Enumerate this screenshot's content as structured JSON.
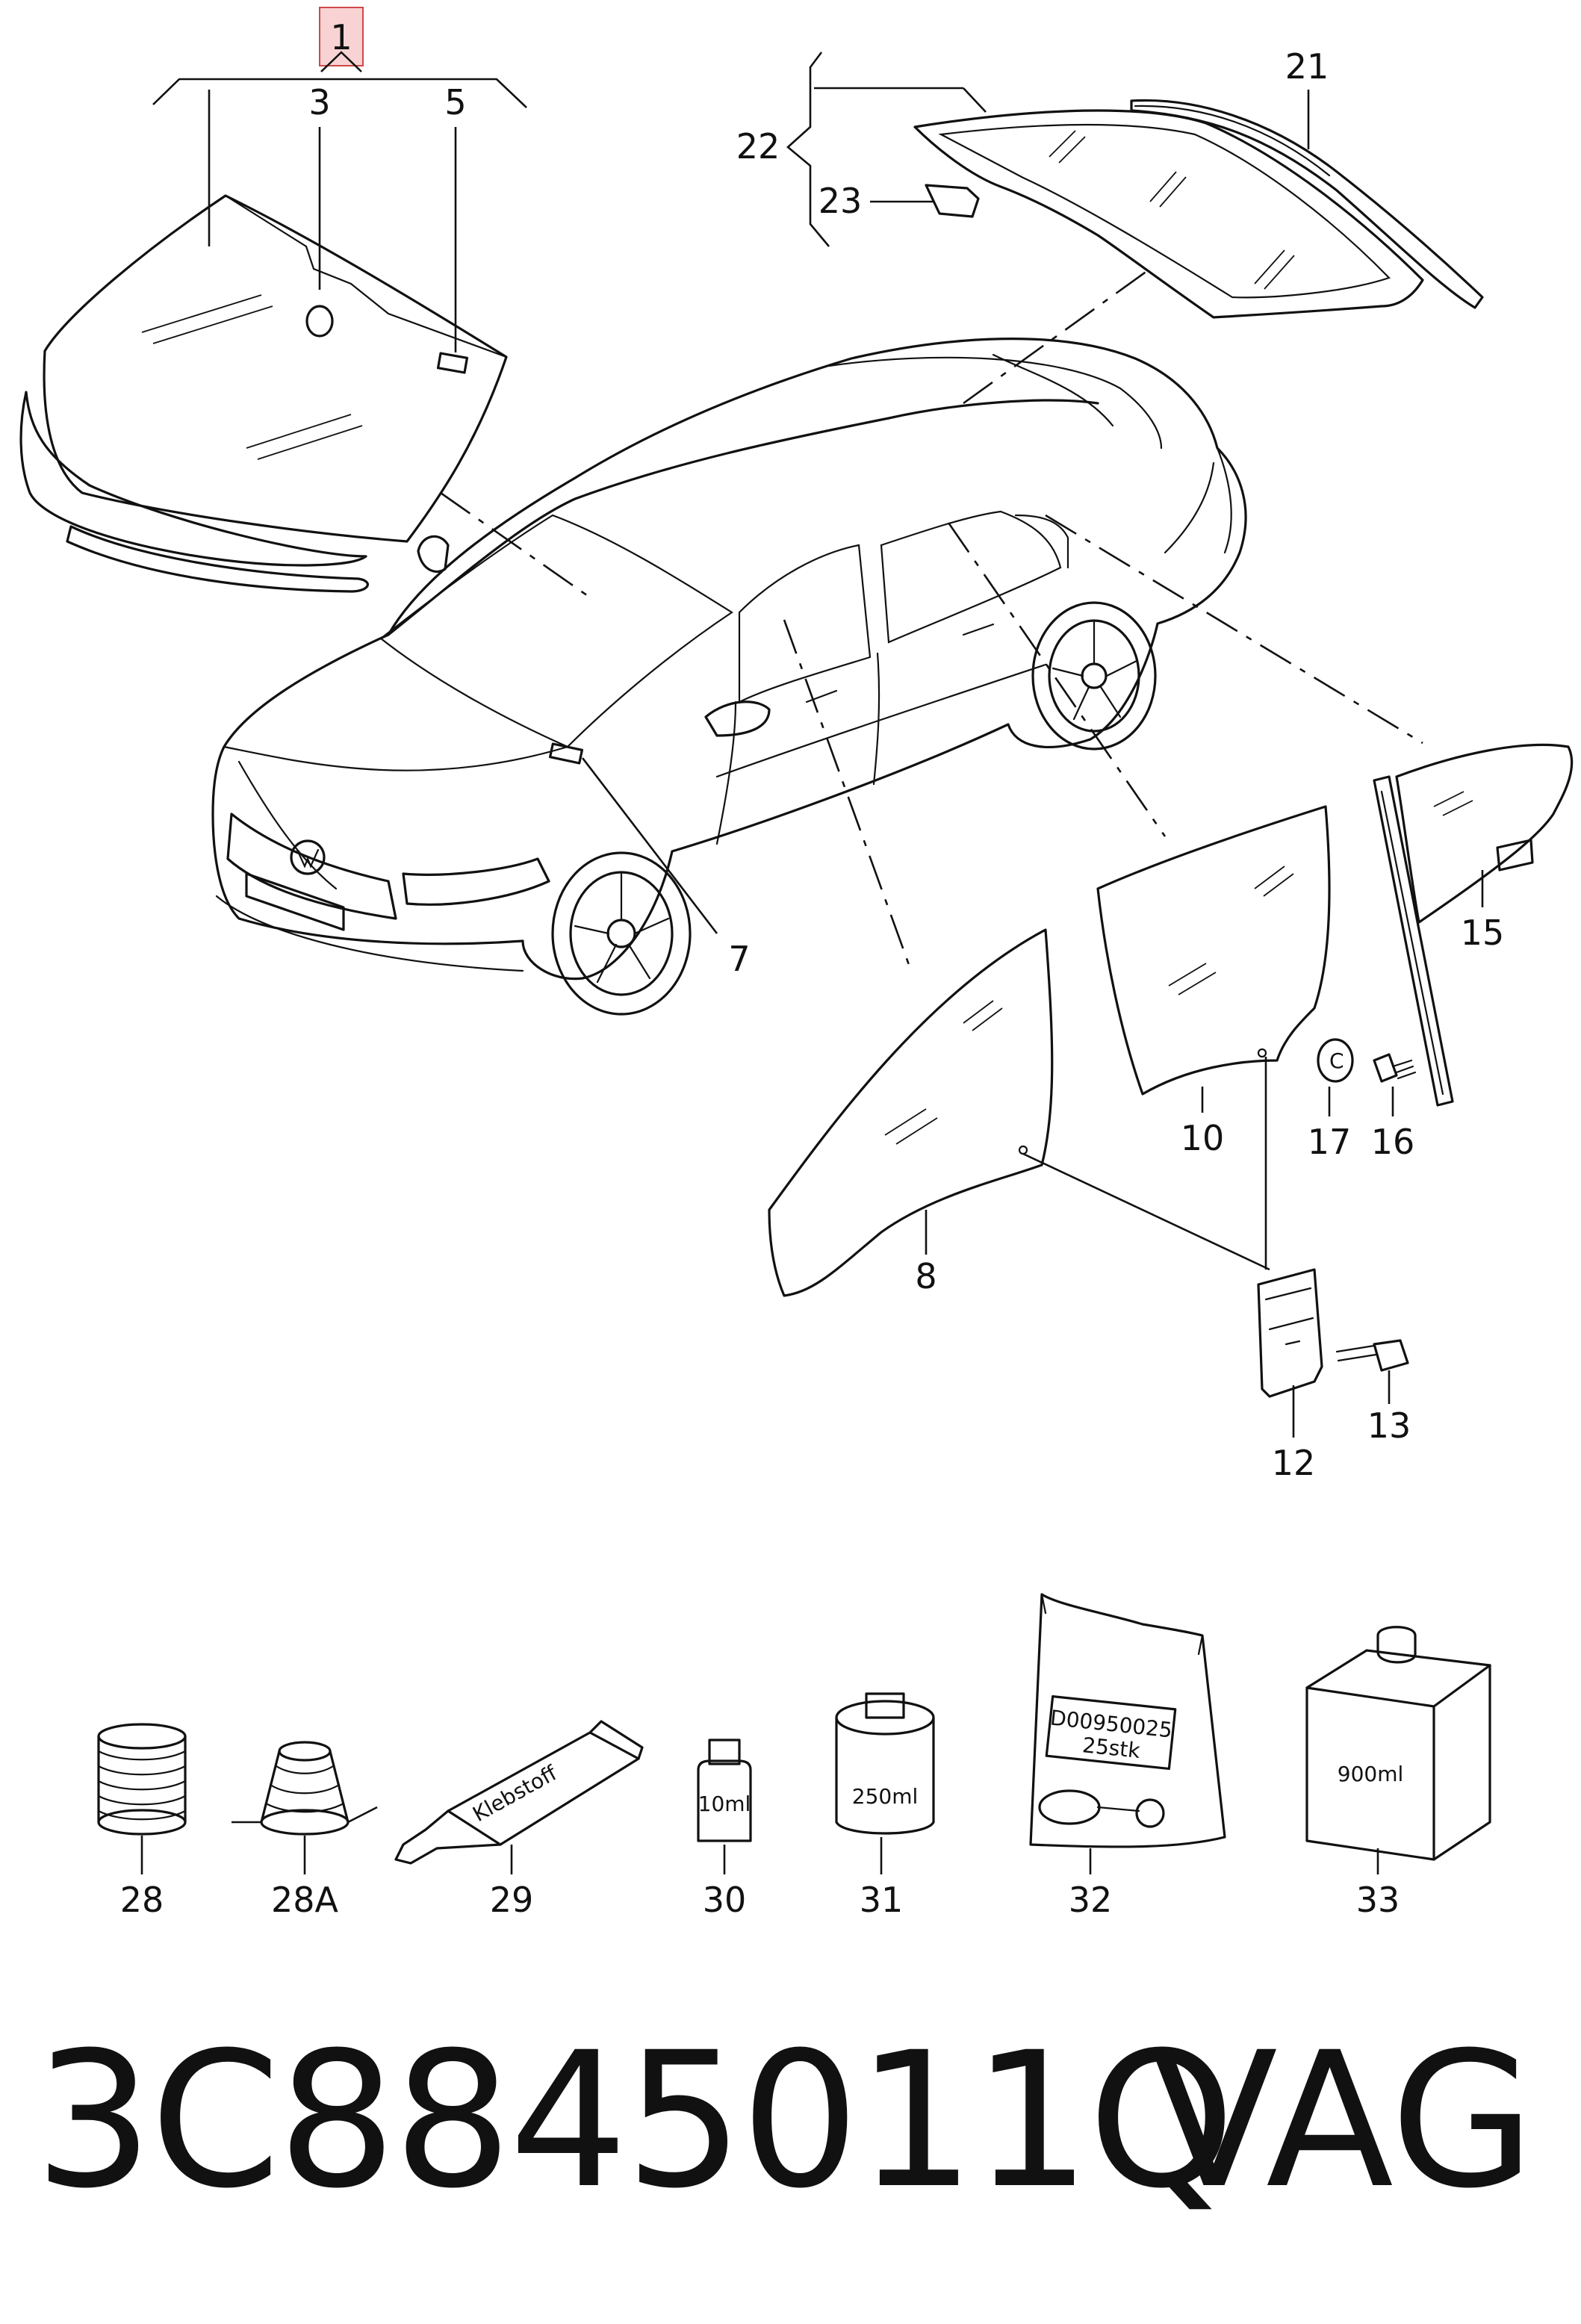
{
  "callouts": {
    "c1": "1",
    "c3": "3",
    "c5": "5",
    "c7": "7",
    "c8": "8",
    "c10": "10",
    "c12": "12",
    "c13": "13",
    "c15": "15",
    "c16": "16",
    "c17": "17",
    "c21": "21",
    "c22": "22",
    "c23": "23",
    "c28": "28",
    "c28a": "28A",
    "c29": "29",
    "c30": "30",
    "c31": "31",
    "c32": "32",
    "c33": "33"
  },
  "packages": {
    "tube_label": "Klebstoff",
    "bottle_small": "10ml",
    "can_medium": "250ml",
    "bag_line1": "D00950025",
    "bag_line2": "25stk",
    "canister_large": "900ml"
  },
  "footer": {
    "part_number": "3C8845011Q",
    "brand": "VAG"
  },
  "colors": {
    "highlight_fill": "#f9d3d3",
    "highlight_stroke": "#d04848",
    "line": "#111111"
  }
}
